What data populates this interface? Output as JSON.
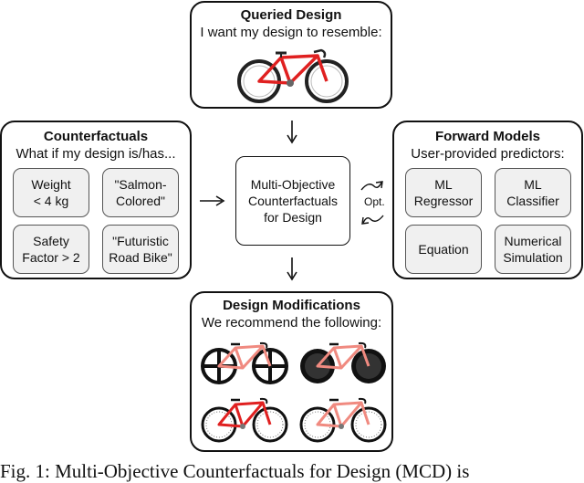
{
  "queried": {
    "title": "Queried Design",
    "subtitle": "I want my design to resemble:"
  },
  "counterfactuals": {
    "title": "Counterfactuals",
    "subtitle": "What if my design is/has...",
    "items": [
      "Weight\n< 4 kg",
      "\"Salmon-\nColored\"",
      "Safety\nFactor > 2",
      "\"Futuristic\nRoad Bike\""
    ]
  },
  "center": {
    "label": "Multi-Objective\nCounterfactuals\nfor Design"
  },
  "opt_label": "Opt.",
  "forward": {
    "title": "Forward Models",
    "subtitle": "User-provided predictors:",
    "items": [
      "ML\nRegressor",
      "ML\nClassifier",
      "Equation",
      "Numerical\nSimulation"
    ]
  },
  "modifications": {
    "title": "Design Modifications",
    "subtitle": "We recommend the following:"
  },
  "caption": "Fig. 1: Multi-Objective Counterfactuals for Design (MCD) is",
  "colors": {
    "bike_red": "#e02020",
    "salmon": "#f08a80",
    "border": "#111111",
    "box_fill": "#f0f0f0"
  }
}
